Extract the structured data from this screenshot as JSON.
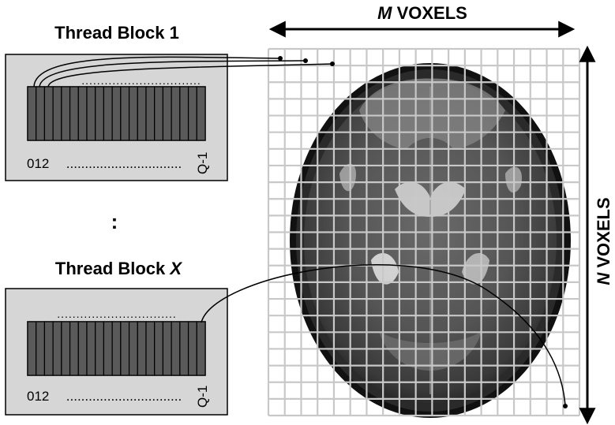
{
  "block1": {
    "title": "Thread Block 1",
    "start_indices": "012",
    "dots": "...............................",
    "end_index": "Q-1",
    "threads": 21
  },
  "vertical_ellipsis": ":",
  "blockX": {
    "title_prefix": "Thread Block ",
    "title_var": "X",
    "start_indices": "012",
    "dots": "...............................",
    "end_index": "Q-1",
    "threads": 21
  },
  "volume": {
    "m_var": "M",
    "m_label": " VOXELS",
    "n_var": "N",
    "n_label": " VOXELS",
    "grid_columns": 19,
    "grid_rows": 22
  },
  "colors": {
    "panel_fill": "#d6d6d6",
    "thread_fill": "#5a5a5a",
    "grid_line": "#c8c8c8",
    "ink": "#000000"
  }
}
